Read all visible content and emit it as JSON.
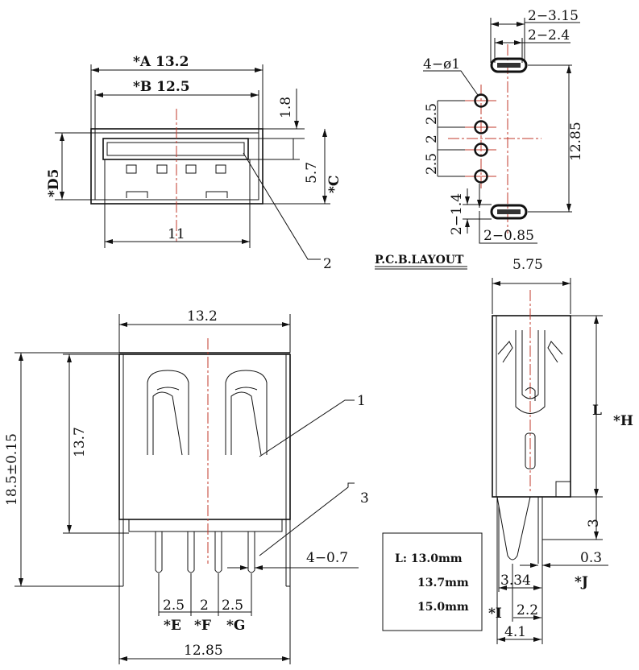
{
  "front_view": {
    "dim_a": "*A 13.2",
    "dim_b": "*B 12.5",
    "dim_11": "11",
    "dim_1_8": "1.8",
    "dim_5_7": "5.7",
    "dim_c": "*C",
    "dim_d": "*D5",
    "callout_2": "2"
  },
  "pcb_layout": {
    "title": "P.C.B.LAYOUT",
    "dim_3_15": "2−3.15",
    "dim_2_4": "2−2.4",
    "hole_dia": "4−ø1",
    "pitch_1": "2.5",
    "pitch_2": "2",
    "pitch_3": "2.5",
    "dim_12_85": "12.85",
    "dim_1_4": "2−1.4",
    "dim_0_85": "2−0.85"
  },
  "bottom_view": {
    "dim_width": "13.2",
    "dim_13_7": "13.7",
    "dim_height": "18.5±0.15",
    "callout_1": "1",
    "callout_3": "3",
    "dim_pin": "4−0.7",
    "pitch_e": "2.5",
    "pitch_f": "2",
    "pitch_g": "2.5",
    "label_e": "*E",
    "label_f": "*F",
    "label_g": "*G",
    "dim_12_85": "12.85"
  },
  "side_view": {
    "dim_5_75": "5.75",
    "dim_l": "L",
    "dim_h": "*H",
    "dim_3": "3",
    "dim_0_3": "0.3",
    "dim_3_34": "3.34",
    "dim_2_2": "2.2",
    "dim_4_1": "4.1",
    "label_i": "*I",
    "label_j": "*J"
  },
  "l_table": {
    "rows": [
      "L: 13.0mm",
      "13.7mm",
      "15.0mm"
    ]
  }
}
